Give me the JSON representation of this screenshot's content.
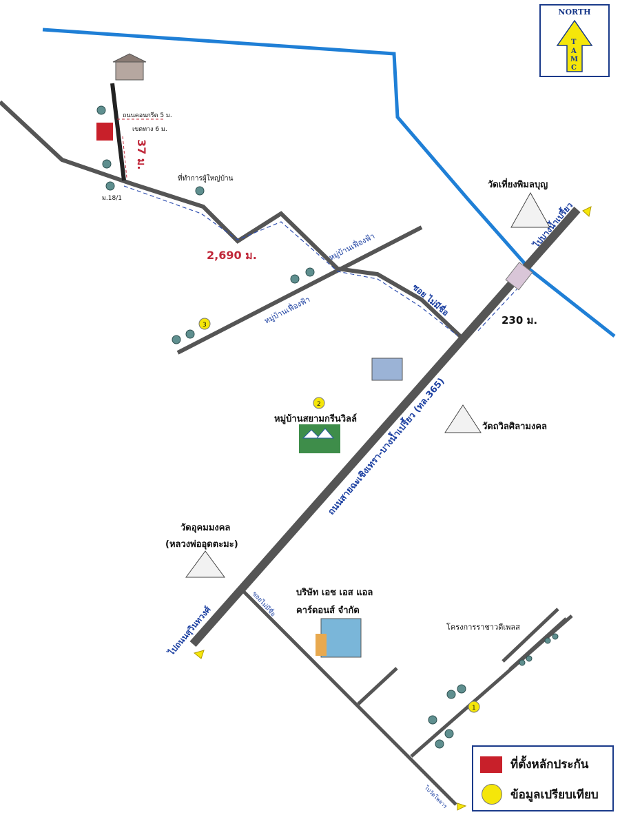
{
  "north": {
    "label": "NORTH",
    "letters": [
      "T",
      "A",
      "M",
      "C"
    ]
  },
  "places": {
    "wat_top": "วัดเที่ยงพิมลบุญ",
    "wat_mid": "วัดถวิลศิลามงคล",
    "wat_left_1": "วัดอุคมมงคล",
    "wat_left_2": "(หลวงพ่ออุดตะมะ)",
    "village_green": "หมู่บ้านสยามกรีนวิลล์",
    "company_1": "บริษัท เอช เอส แอล",
    "company_2": "คาร์ดอนส์ จำกัด",
    "project": "โครงการราชาวดีเพลส",
    "headman": "ที่ทำการผู้ใหญ่บ้าน",
    "village_road_1": "หมู่บ้านเฟื่องฟ้า",
    "village_road_2": "หมู่บ้านเฟื่องฟ้า",
    "soi_no_name": "ซอย ไม่มีชื่อ",
    "soi_no_name_small": "ซอยไม่มีชื่อ",
    "main_road": "ถนนสายฉะเชิงเทรา-บางน้ำเปรี้ยว (ทล.365)",
    "to_top": "ไปบางน้ำเปรี้ยว",
    "to_bottom": "ไปถนนสุวินทวงศ์",
    "to_bottom_right": "ไปวัดโพลาร",
    "road_width_1": "ถนนคอนกรีต 5 ม.",
    "road_width_2": "เขตทาง 6 ม.",
    "moo": "ม.18/1"
  },
  "distances": {
    "d1": "37 ม.",
    "d2": "2,690 ม.",
    "d3": "230 ม."
  },
  "markers": [
    "1",
    "2",
    "3"
  ],
  "legend": {
    "collateral": "ที่ตั้งหลักประกัน",
    "comparison": "ข้อมูลเปรียบเทียบ"
  },
  "colors": {
    "road": "#555555",
    "river": "#1f7fd6",
    "collateral": "#c8202a",
    "marker": "#f5e60a",
    "distance": "#c0283a",
    "label_blue": "#1a3ea0"
  }
}
